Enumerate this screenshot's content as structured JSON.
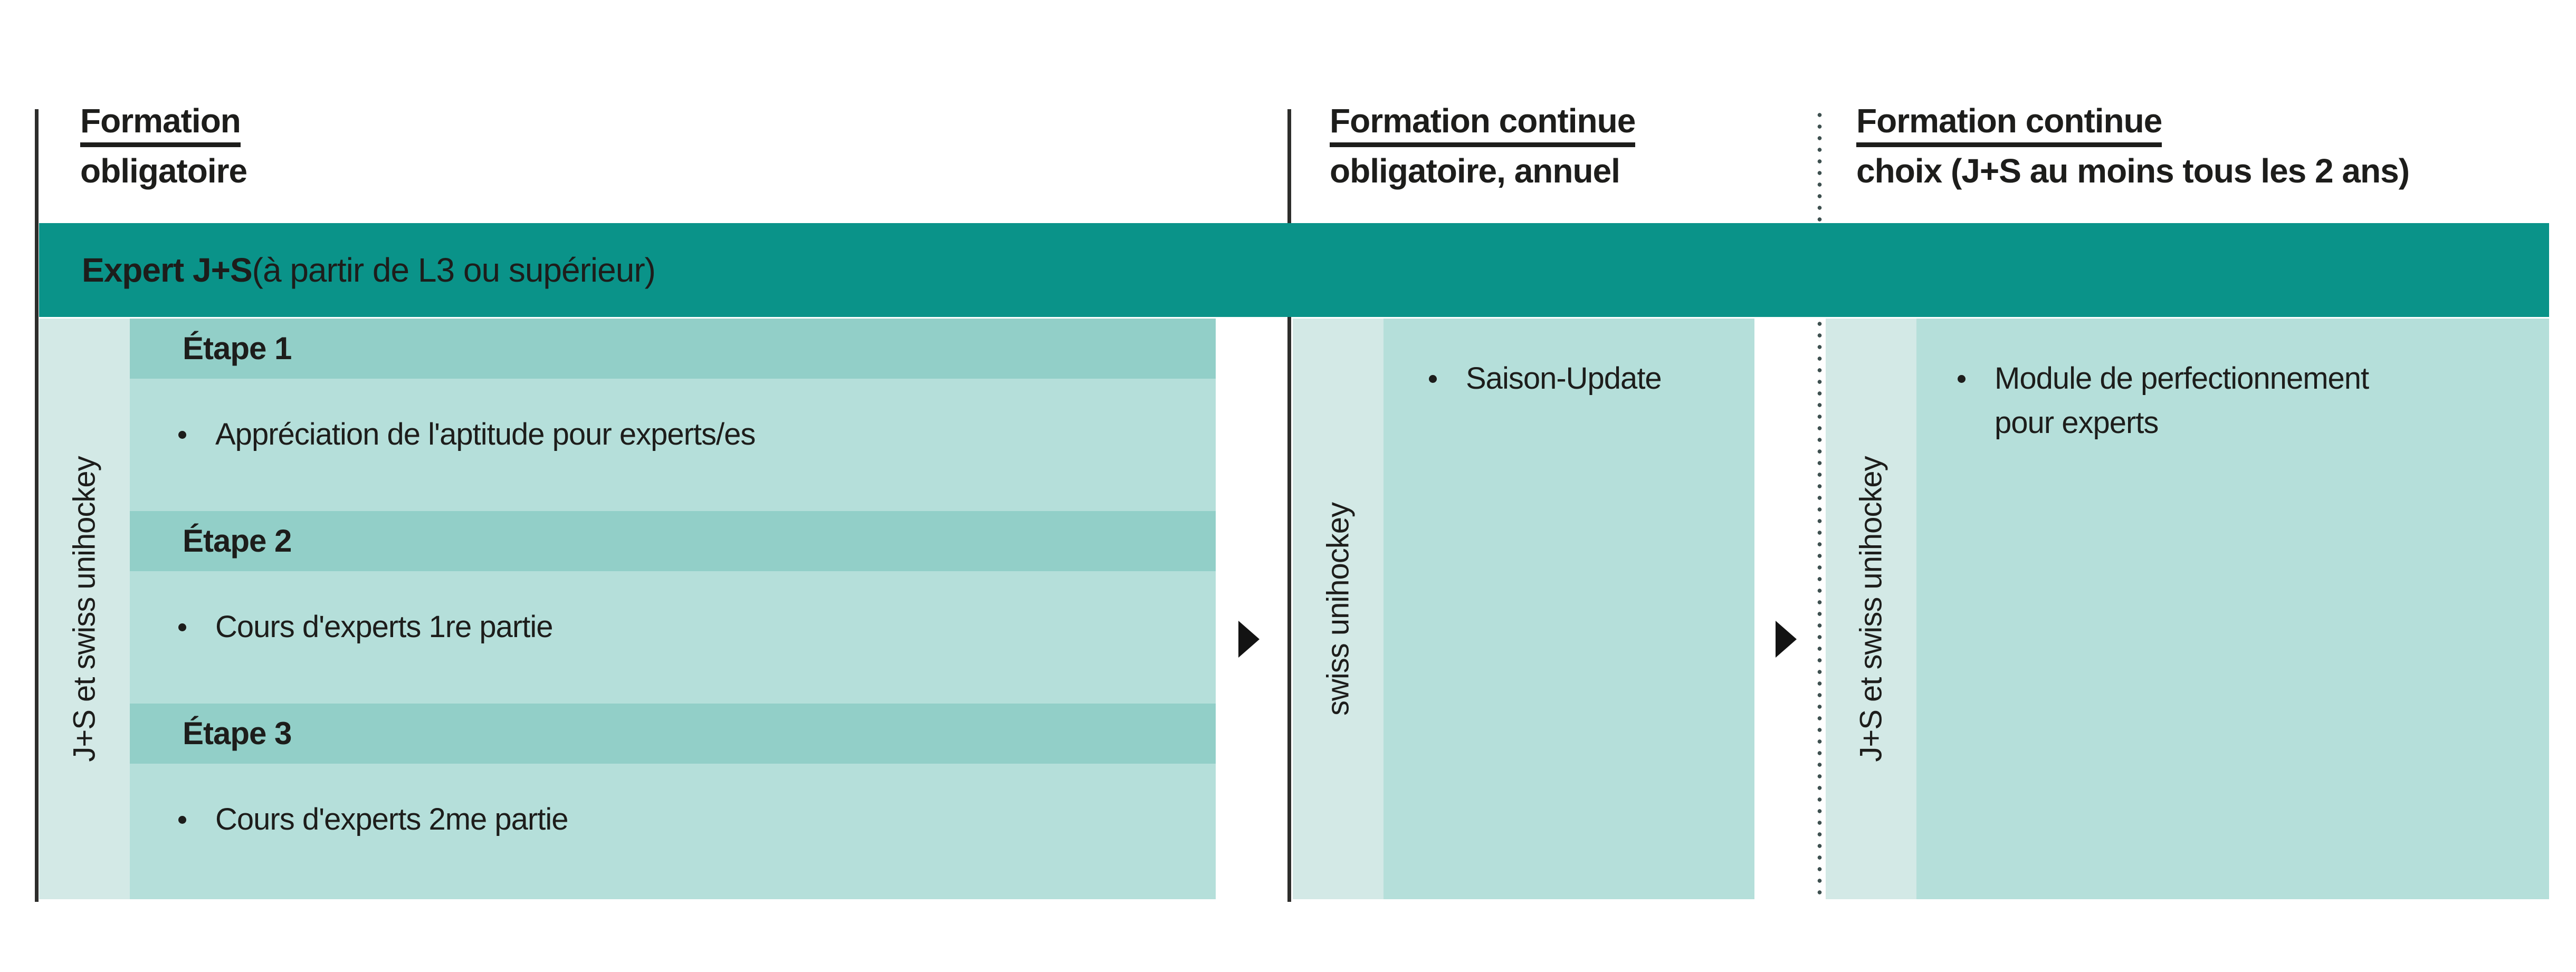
{
  "banner": {
    "title": "Expert J+S",
    "subtitle": " (à partir de L3 ou supérieur)"
  },
  "columns": [
    {
      "header_line1": "Formation",
      "header_line2": "obligatoire",
      "sidebar_label": "J+S et swiss unihockey",
      "steps": [
        {
          "title": "Étape 1",
          "bullet": "Appréciation de l'aptitude pour experts/es"
        },
        {
          "title": "Étape 2",
          "bullet": "Cours d'experts 1re partie"
        },
        {
          "title": "Étape 3",
          "bullet": "Cours d'experts 2me partie"
        }
      ]
    },
    {
      "header_line1": "Formation continue",
      "header_line2": "obligatoire, annuel",
      "sidebar_label": "swiss unihockey",
      "bullets": [
        "Saison-Update"
      ]
    },
    {
      "header_line1": "Formation continue",
      "header_line2": "choix (J+S au moins tous les 2 ans)",
      "sidebar_label": "J+S et swiss unihockey",
      "bullets": [
        "Module de perfectionnement pour experts"
      ]
    }
  ],
  "arrows": {
    "type": "triangle-right",
    "color": "#131313"
  },
  "colors": {
    "banner_teal": "#0a9389",
    "step_band": "#92cfc8",
    "content_band": "#b5dfda",
    "sidebar_band": "#d3e9e6",
    "text": "#1d1d1b",
    "solid_line": "#2d2d2b",
    "dotted_line": "#3e504f",
    "background": "#ffffff"
  }
}
